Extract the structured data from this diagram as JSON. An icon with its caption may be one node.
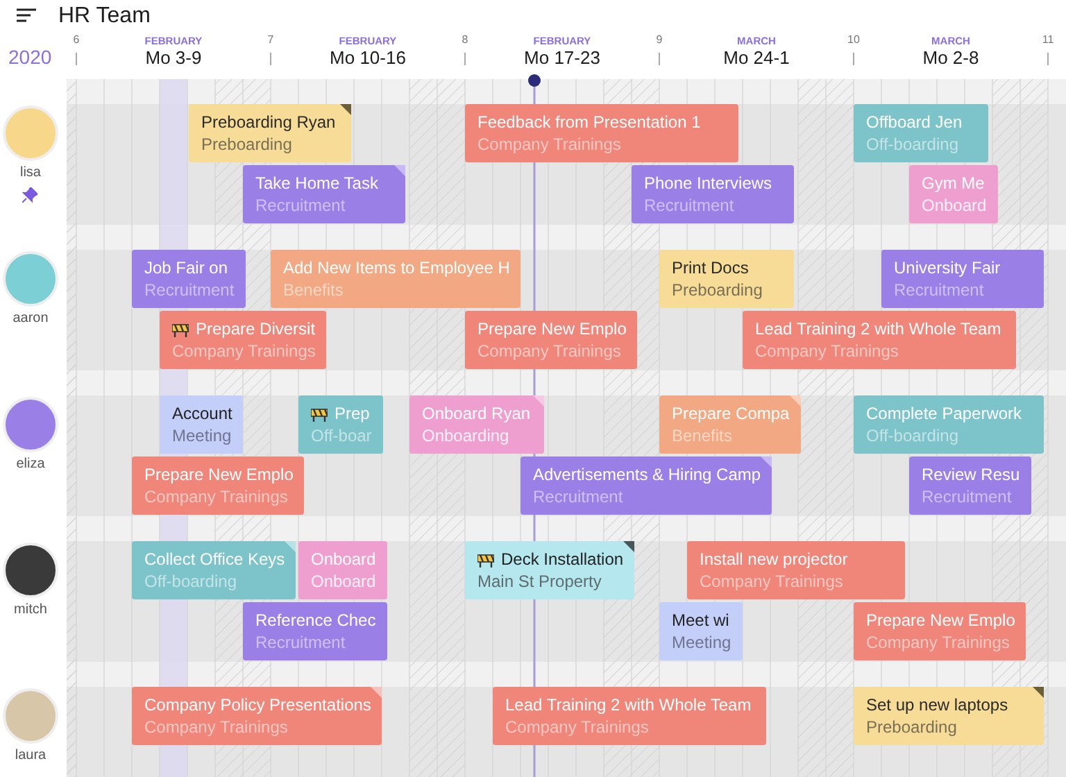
{
  "diagram": {
    "title": "HR Team",
    "nodes": [
      {
        "text": [
          "Preboarding Ryan",
          "Preboarding"
        ]
      },
      {
        "text": [
          "Feedback from Presentation 1",
          "Company Trainings"
        ]
      },
      {
        "text": [
          "Offboard Jen",
          "Off-boarding"
        ]
      },
      {
        "text": [
          "Take Home Task",
          "Recruitment"
        ]
      },
      {
        "text": [
          "Phone Interviews",
          "Recruitment"
        ]
      },
      {
        "text": [
          "Gym Me",
          "Onboard"
        ]
      },
      {
        "text": [
          "Job Fair on",
          "Recruitment"
        ]
      },
      {
        "text": [
          "Add New Items to Employee H",
          "Benefits"
        ]
      },
      {
        "text": [
          "Print Docs",
          "Preboarding"
        ]
      },
      {
        "text": [
          "University Fair",
          "Recruitment"
        ]
      },
      {
        "text": [
          "Prepare Diversit",
          "Company Trainings"
        ]
      },
      {
        "text": [
          "Prepare New Emplo",
          "Company Trainings"
        ]
      },
      {
        "text": [
          "Lead Training 2 with Whole Team",
          "Company Trainings"
        ]
      },
      {
        "text": [
          "Account",
          "Meeting"
        ]
      },
      {
        "text": [
          "Prep",
          "Off-boar"
        ]
      },
      {
        "text": [
          "Onboard Ryan",
          "Onboarding"
        ]
      },
      {
        "text": [
          "Prepare Compa",
          "Benefits"
        ]
      },
      {
        "text": [
          "Complete Paperwork",
          "Off-boarding"
        ]
      },
      {
        "text": [
          "Prepare New Emplo",
          "Company Trainings"
        ]
      },
      {
        "text": [
          "Advertisements & Hiring Camp",
          "Recruitment"
        ]
      },
      {
        "text": [
          "Review Resu",
          "Recruitment"
        ]
      },
      {
        "text": [
          "Collect Office Keys",
          "Off-boarding"
        ]
      },
      {
        "text": [
          "Onboard",
          "Onboard"
        ]
      },
      {
        "text": [
          "Deck Installation",
          "Main St Property"
        ]
      },
      {
        "text": [
          "Install new projector",
          "Company Trainings"
        ]
      },
      {
        "text": [
          "Reference Chec",
          "Recruitment"
        ]
      },
      {
        "text": [
          "Meet wi",
          "Meeting"
        ]
      },
      {
        "text": [
          "Prepare New Emplo",
          "Company Trainings"
        ]
      },
      {
        "text": [
          "Company Policy Presentations",
          "Company Trainings"
        ]
      },
      {
        "text": [
          "Lead Training 2 with Whole Team",
          "Company Trainings"
        ]
      },
      {
        "text": [
          "Set up new laptops",
          "Preboarding"
        ]
      }
    ],
    "labels": [
      "2020",
      "6",
      "FEBRUARY",
      "Mo 3-9",
      "7",
      "FEBRUARY",
      "Mo 10-16",
      "8",
      "FEBRUARY",
      "Mo 17-23",
      "9",
      "MARCH",
      "Mo 24-1",
      "10",
      "MARCH",
      "Mo 2-8",
      "11",
      "lisa",
      "aaron",
      "eliza",
      "mitch",
      "laura"
    ]
  }
}
